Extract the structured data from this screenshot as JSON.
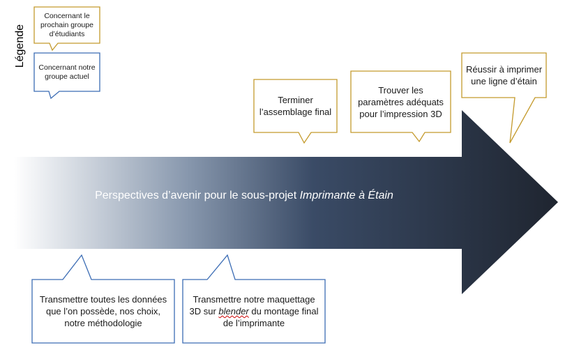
{
  "legend": {
    "title": "Légende",
    "next_group": "Concernant le prochain groupe d’étudiants",
    "current_group": "Concernant notre groupe actuel"
  },
  "arrow": {
    "title_prefix": "Perspectives d’avenir pour le sous-projet ",
    "title_italic": "Imprimante à Étain",
    "gradient_colors": [
      "#ffffff",
      "#8797ad",
      "#3a4b66",
      "#1f2530"
    ]
  },
  "callouts_top": [
    {
      "text_lines": [
        "Terminer",
        "l’assemblage final"
      ]
    },
    {
      "text_lines": [
        "Trouver les",
        "paramètres adéquats",
        "pour l’impression 3D"
      ]
    },
    {
      "text_lines": [
        "Réussir à imprimer",
        "une ligne d’étain"
      ]
    }
  ],
  "callouts_bottom": [
    {
      "text": "Transmettre toutes les données que l’on possède, nos choix, notre méthodologie"
    },
    {
      "line1": "Transmettre notre maquettage",
      "line2_pre": "3D sur ",
      "line2_italic": "blender",
      "line2_post": " du montage final",
      "line3": "de l’imprimante"
    }
  ],
  "colors": {
    "gold_border": "#c49a2c",
    "blue_border": "#3b6cb4"
  }
}
